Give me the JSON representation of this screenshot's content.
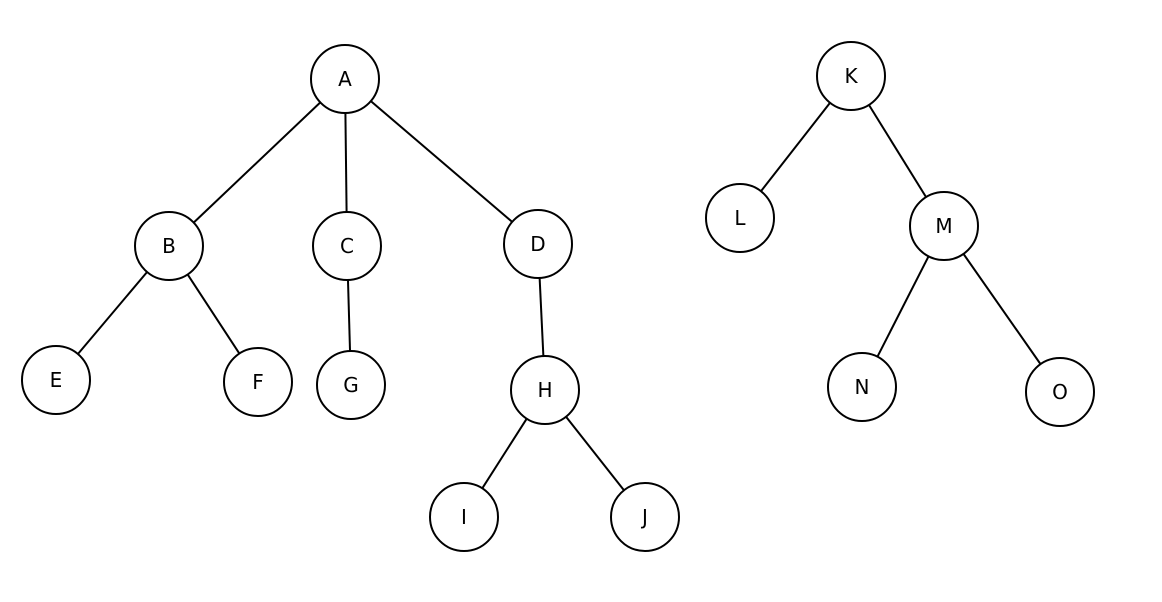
{
  "diagram": {
    "type": "forest",
    "colors": {
      "background": "#ffffff",
      "stroke": "#000000",
      "node_fill": "#ffffff",
      "text": "#000000"
    },
    "nodes": [
      {
        "id": "A",
        "label": "A"
      },
      {
        "id": "B",
        "label": "B"
      },
      {
        "id": "C",
        "label": "C"
      },
      {
        "id": "D",
        "label": "D"
      },
      {
        "id": "E",
        "label": "E"
      },
      {
        "id": "F",
        "label": "F"
      },
      {
        "id": "G",
        "label": "G"
      },
      {
        "id": "H",
        "label": "H"
      },
      {
        "id": "I",
        "label": "I"
      },
      {
        "id": "J",
        "label": "J"
      },
      {
        "id": "K",
        "label": "K"
      },
      {
        "id": "L",
        "label": "L"
      },
      {
        "id": "M",
        "label": "M"
      },
      {
        "id": "N",
        "label": "N"
      },
      {
        "id": "O",
        "label": "O"
      }
    ],
    "edges": [
      {
        "from": "A",
        "to": "B"
      },
      {
        "from": "A",
        "to": "C"
      },
      {
        "from": "A",
        "to": "D"
      },
      {
        "from": "B",
        "to": "E"
      },
      {
        "from": "B",
        "to": "F"
      },
      {
        "from": "C",
        "to": "G"
      },
      {
        "from": "D",
        "to": "H"
      },
      {
        "from": "H",
        "to": "I"
      },
      {
        "from": "H",
        "to": "J"
      },
      {
        "from": "K",
        "to": "L"
      },
      {
        "from": "K",
        "to": "M"
      },
      {
        "from": "M",
        "to": "N"
      },
      {
        "from": "M",
        "to": "O"
      }
    ]
  }
}
